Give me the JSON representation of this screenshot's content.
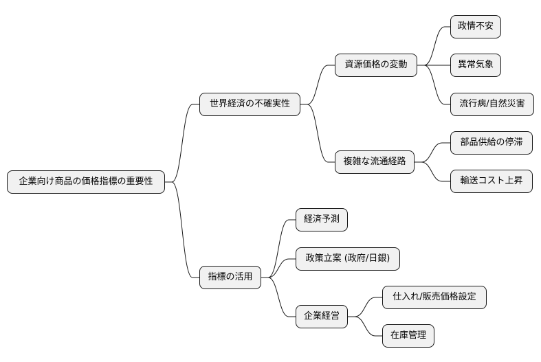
{
  "nodes": {
    "root": "企業向け商品の価格指標の重要性",
    "uncertainty": "世界経済の不確実性",
    "resource_price": "資源価格の変動",
    "political": "政情不安",
    "weather": "異常気象",
    "pandemic": "流行病/自然災害",
    "complex_dist": "複雑な流通経路",
    "supply_stop": "部品供給の停滞",
    "transport_cost": "輸送コスト上昇",
    "usage": "指標の活用",
    "forecast": "経済予測",
    "policy": "政策立案 (政府/日銀)",
    "management": "企業経営",
    "pricing": "仕入れ/販売価格設定",
    "inventory": "在庫管理"
  }
}
